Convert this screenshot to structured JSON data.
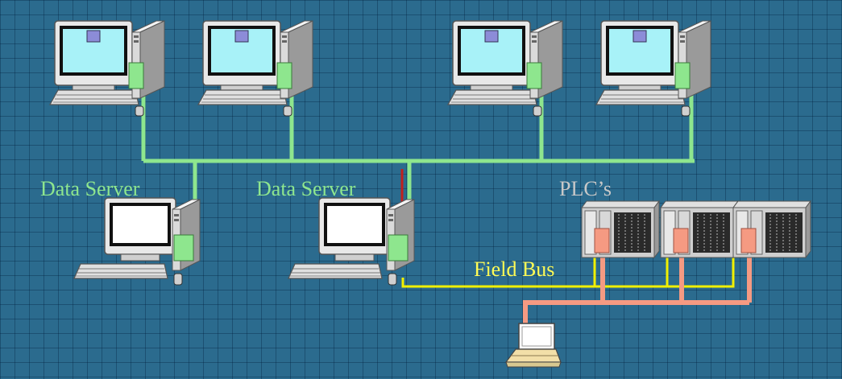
{
  "labels": {
    "data_server_1": "Data Server",
    "data_server_2": "Data Server",
    "plcs": "PLC’s",
    "field_bus": "Field Bus"
  },
  "colors": {
    "background": "#2b6b8e",
    "ethernet": "#8ee68e",
    "field_bus": "#f0f000",
    "plc_link": "#f59a82",
    "red_link": "#c0201c"
  },
  "nodes": {
    "workstations": [
      "workstation",
      "workstation",
      "workstation",
      "workstation"
    ],
    "servers": [
      "data-server",
      "data-server"
    ],
    "plc_racks": [
      "plc-rack",
      "plc-rack",
      "plc-rack"
    ],
    "laptop": "laptop"
  }
}
